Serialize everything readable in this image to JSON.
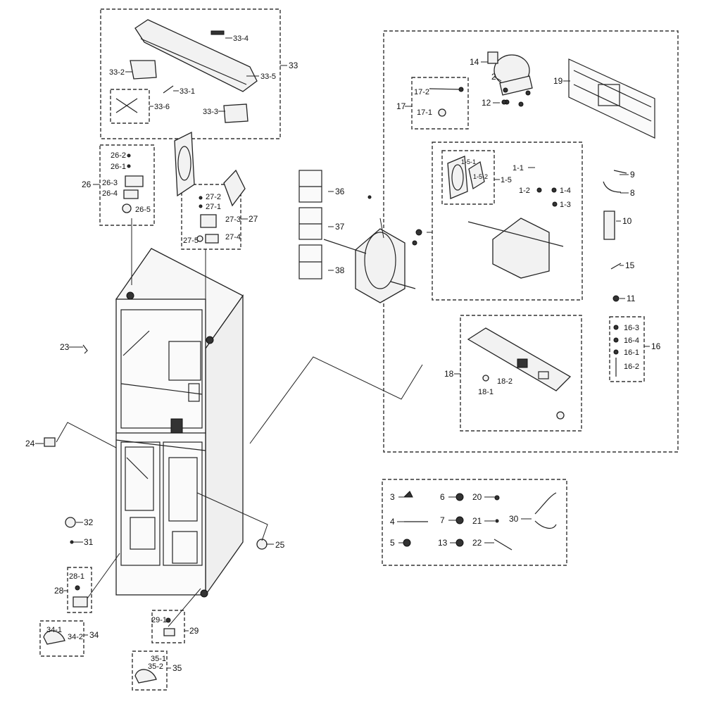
{
  "labels": {
    "l33": "33",
    "l33_1": "33-1",
    "l33_2": "33-2",
    "l33_3": "33-3",
    "l33_4": "33-4",
    "l33_5": "33-5",
    "l33_6": "33-6",
    "l26": "26",
    "l26_1": "26-1",
    "l26_2": "26-2",
    "l26_3": "26-3",
    "l26_4": "26-4",
    "l26_5": "26-5",
    "l27": "27",
    "l27_1": "27-1",
    "l27_2": "27-2",
    "l27_3": "27-3",
    "l27_4": "27-4",
    "l27_5": "27-5",
    "l23": "23",
    "l24": "24",
    "l25": "25",
    "l31": "31",
    "l32": "32",
    "l28": "28",
    "l28_1": "28-1",
    "l29": "29",
    "l29_1": "29-1",
    "l34": "34",
    "l34_1": "34-1",
    "l34_2": "34-2",
    "l35": "35",
    "l35_1": "35-1",
    "l35_2": "35-2",
    "l36": "36",
    "l37": "37",
    "l38": "38",
    "l14": "14",
    "l2": "2",
    "l12": "12",
    "l19": "19",
    "l17": "17",
    "l17_1": "17-1",
    "l17_2": "17-2",
    "l1_1": "1-1",
    "l1_2": "1-2",
    "l1_3": "1-3",
    "l1_4": "1-4",
    "l1_5": "1-5",
    "l1_5_1": "1-5-1",
    "l1_5_2": "1-5-2",
    "l9": "9",
    "l8": "8",
    "l10": "10",
    "l15": "15",
    "l11": "11",
    "l16": "16",
    "l16_1": "16-1",
    "l16_2": "16-2",
    "l16_3": "16-3",
    "l16_4": "16-4",
    "l18": "18",
    "l18_1": "18-1",
    "l18_2": "18-2",
    "l3": "3",
    "l4": "4",
    "l5": "5",
    "l6": "6",
    "l7": "7",
    "l13": "13",
    "l20": "20",
    "l21": "21",
    "l22": "22",
    "l30": "30"
  }
}
